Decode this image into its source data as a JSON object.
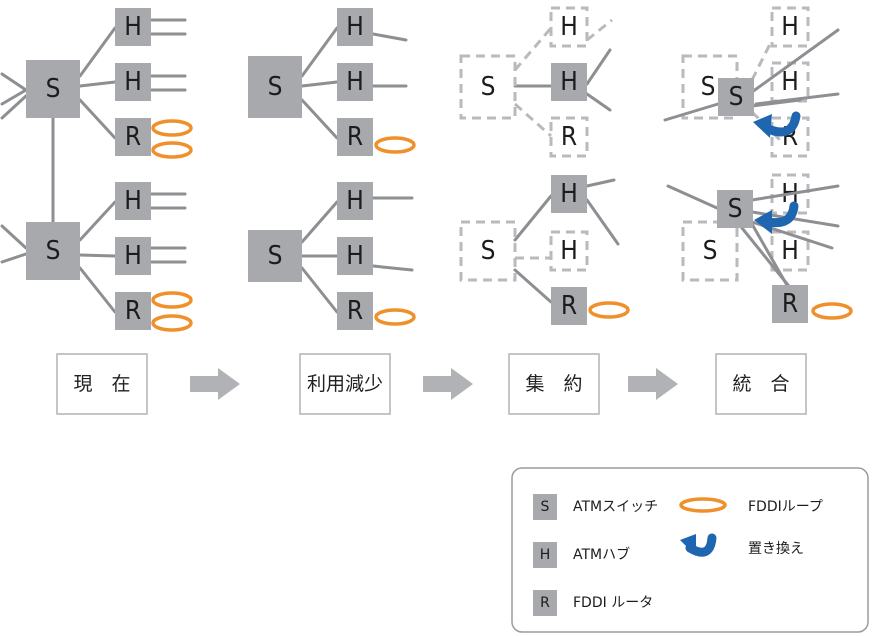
{
  "node_labels": {
    "switch": "S",
    "hub": "H",
    "router": "R"
  },
  "stages": [
    {
      "id": "current",
      "label": "現　在"
    },
    {
      "id": "reduced",
      "label": "利用減少"
    },
    {
      "id": "aggregated",
      "label": "集　約"
    },
    {
      "id": "integrated",
      "label": "統　合"
    }
  ],
  "legend": {
    "switch": {
      "chip": "S",
      "text": "ATMスイッチ"
    },
    "hub": {
      "chip": "H",
      "text": "ATMハブ"
    },
    "router": {
      "chip": "R",
      "text": "FDDI ルータ"
    },
    "fddi_loop": {
      "text": "FDDIループ"
    },
    "replace": {
      "text": "置き換え"
    }
  },
  "colors": {
    "node": "#a7a9ad",
    "link": "#8d8f93",
    "fddi_loop": "#f0902b",
    "replace_arrow": "#1f66b0",
    "stage_arrow": "#b0b2b5"
  },
  "icons": {
    "stage_transition": "right-arrow-icon",
    "replace": "curved-arrow-icon",
    "fddi": "ellipse-ring-icon"
  }
}
